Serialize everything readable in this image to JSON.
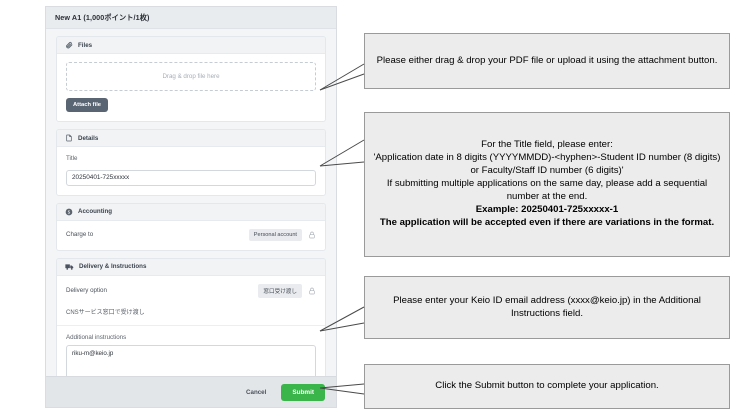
{
  "dialog": {
    "title": "New A1 (1,000ポイント/1枚)",
    "sections": {
      "files": {
        "heading": "Files",
        "icon": "paperclip-icon",
        "dropzone_text": "Drag & drop file here",
        "attach_button": "Attach file"
      },
      "details": {
        "heading": "Details",
        "icon": "document-icon",
        "title_label": "Title",
        "title_value": "20250401-725xxxxx",
        "title_placeholder": "Title"
      },
      "accounting": {
        "heading": "Accounting",
        "icon": "dollar-circle-icon",
        "charge_to_label": "Charge to",
        "charge_to_value": "Personal account",
        "lock_icon": "lock-icon"
      },
      "delivery": {
        "heading": "Delivery & Instructions",
        "icon": "truck-icon",
        "delivery_option_label": "Delivery option",
        "delivery_option_value": "窓口受け渡し",
        "lock_icon": "lock-icon",
        "delivery_note": "CNSサービス窓口で受け渡し",
        "additional_instructions_label": "Additional instructions",
        "additional_instructions_value": "riku-m@keio.jp"
      }
    },
    "footer": {
      "cancel_label": "Cancel",
      "submit_label": "Submit"
    }
  },
  "annotations": [
    {
      "id": "files-callout",
      "text": "Please either drag & drop your PDF file or upload it using the attachment button."
    },
    {
      "id": "title-callout",
      "normal_text": "For the Title field, please enter:\n'Application date in 8 digits (YYYYMMDD)-<hyphen>-Student ID number (8 digits) or Faculty/Staff ID number (6 digits)'\nIf submitting multiple applications on the same day, please add a sequential number at the end.",
      "bold_text": "Example: 20250401-725xxxxx-1\nThe application will be accepted even if there are variations in the format."
    },
    {
      "id": "instructions-callout",
      "text": "Please enter your Keio ID email address (xxxx@keio.jp) in the Additional Instructions field."
    },
    {
      "id": "submit-callout",
      "text": "Click the Submit button to complete your application."
    }
  ],
  "colors": {
    "submit_green": "#39b54a",
    "attach_gray": "#5a6573",
    "callout_bg": "#ececec",
    "dialog_bg": "#f3f5f7"
  }
}
